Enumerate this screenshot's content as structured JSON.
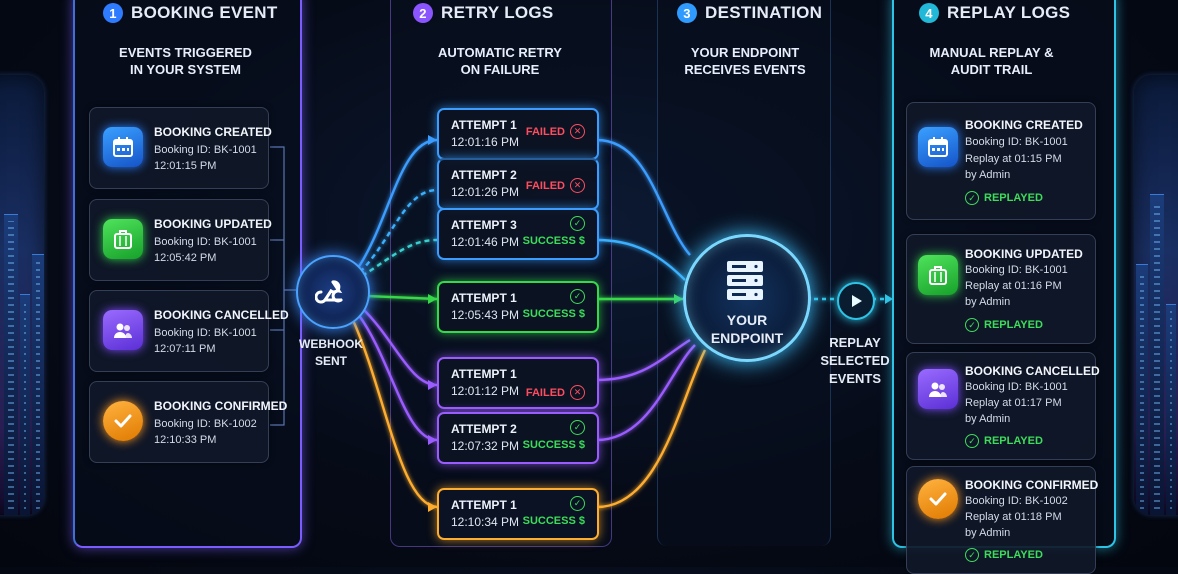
{
  "columns": {
    "booking": {
      "number": "1",
      "title": "BOOKING EVENT",
      "subtitle_1": "EVENTS TRIGGERED",
      "subtitle_2": "IN YOUR SYSTEM",
      "color": "#2f7bff"
    },
    "retry": {
      "number": "2",
      "title": "RETRY LOGS",
      "subtitle_1": "AUTOMATIC RETRY",
      "subtitle_2": "ON FAILURE",
      "color": "#8a55ff"
    },
    "destination": {
      "number": "3",
      "title": "DESTINATION",
      "subtitle_1": "YOUR ENDPOINT",
      "subtitle_2": "RECEIVES EVENTS",
      "color": "#2f9bff"
    },
    "replay": {
      "number": "4",
      "title": "REPLAY LOGS",
      "subtitle_1": "MANUAL REPLAY &",
      "subtitle_2": "AUDIT TRAIL",
      "color": "#22b8d8"
    }
  },
  "events": [
    {
      "title": "BOOKING CREATED",
      "id": "Booking ID: BK-1001",
      "time": "12:01:15 PM",
      "icon": "calendar-icon"
    },
    {
      "title": "BOOKING UPDATED",
      "id": "Booking ID: BK-1001",
      "time": "12:05:42 PM",
      "icon": "suitcase-icon"
    },
    {
      "title": "BOOKING CANCELLED",
      "id": "Booking ID: BK-1001",
      "time": "12:07:11 PM",
      "icon": "users-icon"
    },
    {
      "title": "BOOKING CONFIRMED",
      "id": "Booking ID: BK-1002",
      "time": "12:10:33 PM",
      "icon": "check-circle-icon"
    }
  ],
  "webhook": {
    "label_1": "WEBHOOK",
    "label_2": "SENT",
    "icon": "webhook-icon"
  },
  "attempts": [
    {
      "name": "ATTEMPT 1",
      "time": "12:01:16 PM",
      "status": "FAILED",
      "mark": "✕"
    },
    {
      "name": "ATTEMPT 2",
      "time": "12:01:26 PM",
      "status": "FAILED",
      "mark": "✕"
    },
    {
      "name": "ATTEMPT 3",
      "time": "12:01:46 PM",
      "status": "SUCCESS $",
      "mark": "✓"
    },
    {
      "name": "ATTEMPT 1",
      "time": "12:05:43 PM",
      "status": "SUCCESS $",
      "mark": "✓"
    },
    {
      "name": "ATTEMPT 1",
      "time": "12:01:12 PM",
      "status": "FAILED",
      "mark": "✕"
    },
    {
      "name": "ATTEMPT 2",
      "time": "12:07:32 PM",
      "status": "SUCCESS $",
      "mark": "✓"
    },
    {
      "name": "ATTEMPT 1",
      "time": "12:10:34 PM",
      "status": "SUCCESS $",
      "mark": "✓"
    }
  ],
  "endpoint": {
    "label_1": "YOUR",
    "label_2": "ENDPOINT",
    "icon": "server-icon"
  },
  "replay_action": {
    "label_1": "REPLAY",
    "label_2": "SELECTED",
    "label_3": "EVENTS",
    "icon": "play-icon"
  },
  "replays": [
    {
      "title": "BOOKING CREATED",
      "id": "Booking ID: BK-1001",
      "replay": "Replay at 01:15 PM",
      "by": "by Admin",
      "status": "REPLAYED",
      "icon": "calendar-icon"
    },
    {
      "title": "BOOKING UPDATED",
      "id": "Booking ID: BK-1001",
      "replay": "Replay at 01:16 PM",
      "by": "by Admin",
      "status": "REPLAYED",
      "icon": "suitcase-icon"
    },
    {
      "title": "BOOKING CANCELLED",
      "id": "Booking ID: BK-1001",
      "replay": "Replay at 01:17 PM",
      "by": "by Admin",
      "status": "REPLAYED",
      "icon": "users-icon"
    },
    {
      "title": "BOOKING CONFIRMED",
      "id": "Booking ID: BK-1002",
      "replay": "Replay at 01:18 PM",
      "by": "by Admin",
      "status": "REPLAYED",
      "icon": "check-circle-icon"
    }
  ],
  "colors": {
    "blue": "#3b9dff",
    "green": "#37d84a",
    "purple": "#9b5cff",
    "orange": "#ffad2e",
    "cyan": "#2ec4e6",
    "failed": "#ff4d5f"
  }
}
